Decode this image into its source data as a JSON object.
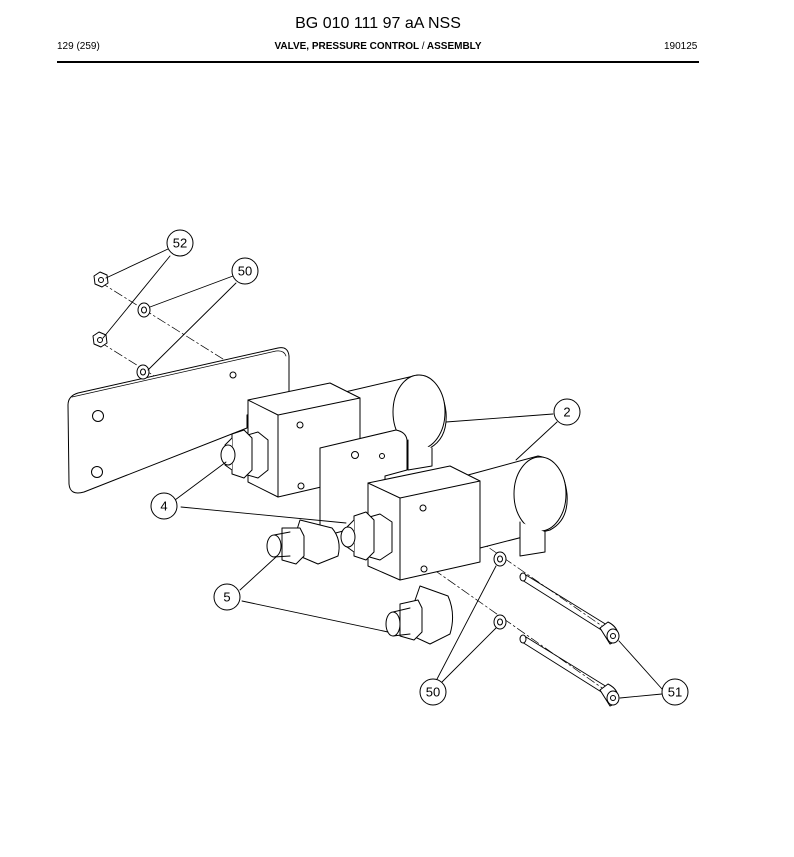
{
  "document": {
    "title": "BG 010 111 97 aA NSS",
    "page": "129 (259)",
    "section": "VALVE, PRESSURE CONTROL",
    "separator": "/",
    "subsection": "ASSEMBLY",
    "code": "190125"
  },
  "callouts": {
    "c52": "52",
    "c50_top": "50",
    "c2": "2",
    "c4": "4",
    "c5": "5",
    "c50_bottom": "50",
    "c51": "51"
  }
}
